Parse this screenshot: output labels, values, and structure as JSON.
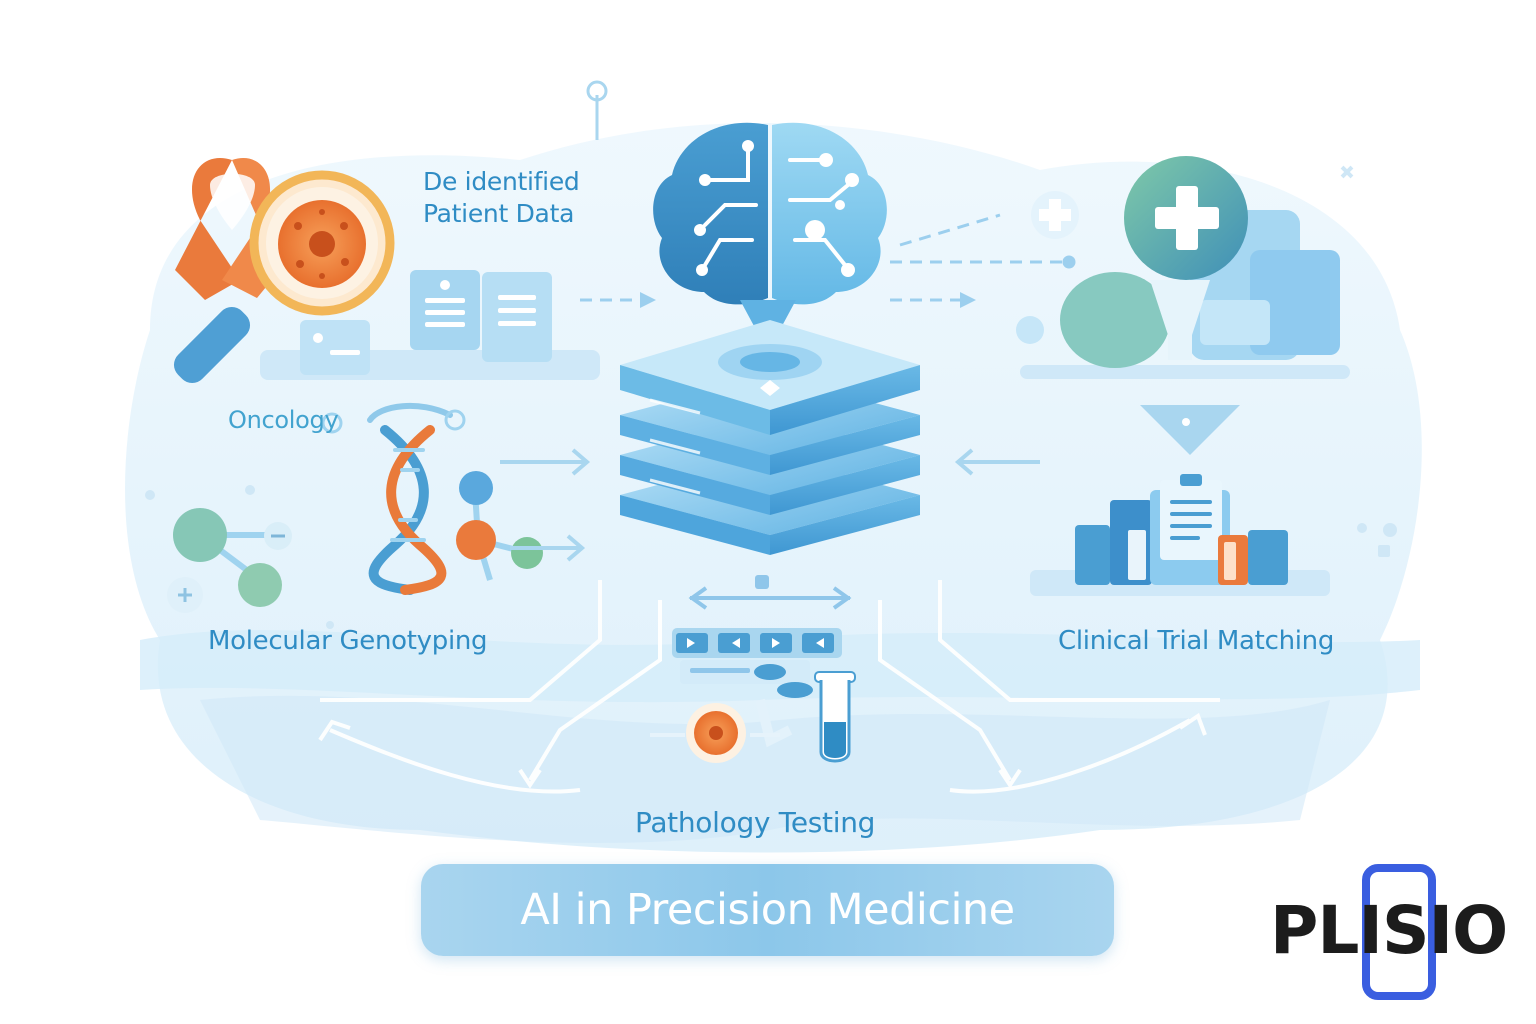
{
  "labels": {
    "patient_data_line1": "De identified",
    "patient_data_line2": "Patient Data",
    "oncology": "Oncology",
    "molecular": "Molecular Genotyping",
    "clinical_trial": "Clinical Trial Matching",
    "pathology": "Pathology Testing"
  },
  "title": "AI in Precision Medicine",
  "logo": {
    "text": "PLISIO"
  },
  "colors": {
    "primary_blue": "#2f8cc4",
    "light_blue": "#bfe2f6",
    "accent_orange": "#ee7a3a",
    "accent_green": "#6fbf9a",
    "logo_blue": "#3a5ee0"
  },
  "icons": [
    "awareness-ribbon-icon",
    "magnifier-icon",
    "cell-icon",
    "brain-circuit-icon",
    "server-stack-icon",
    "dna-helix-icon",
    "molecule-icon",
    "medical-cross-icon",
    "clinical-documents-icon",
    "test-tube-icon",
    "microscope-icon"
  ]
}
